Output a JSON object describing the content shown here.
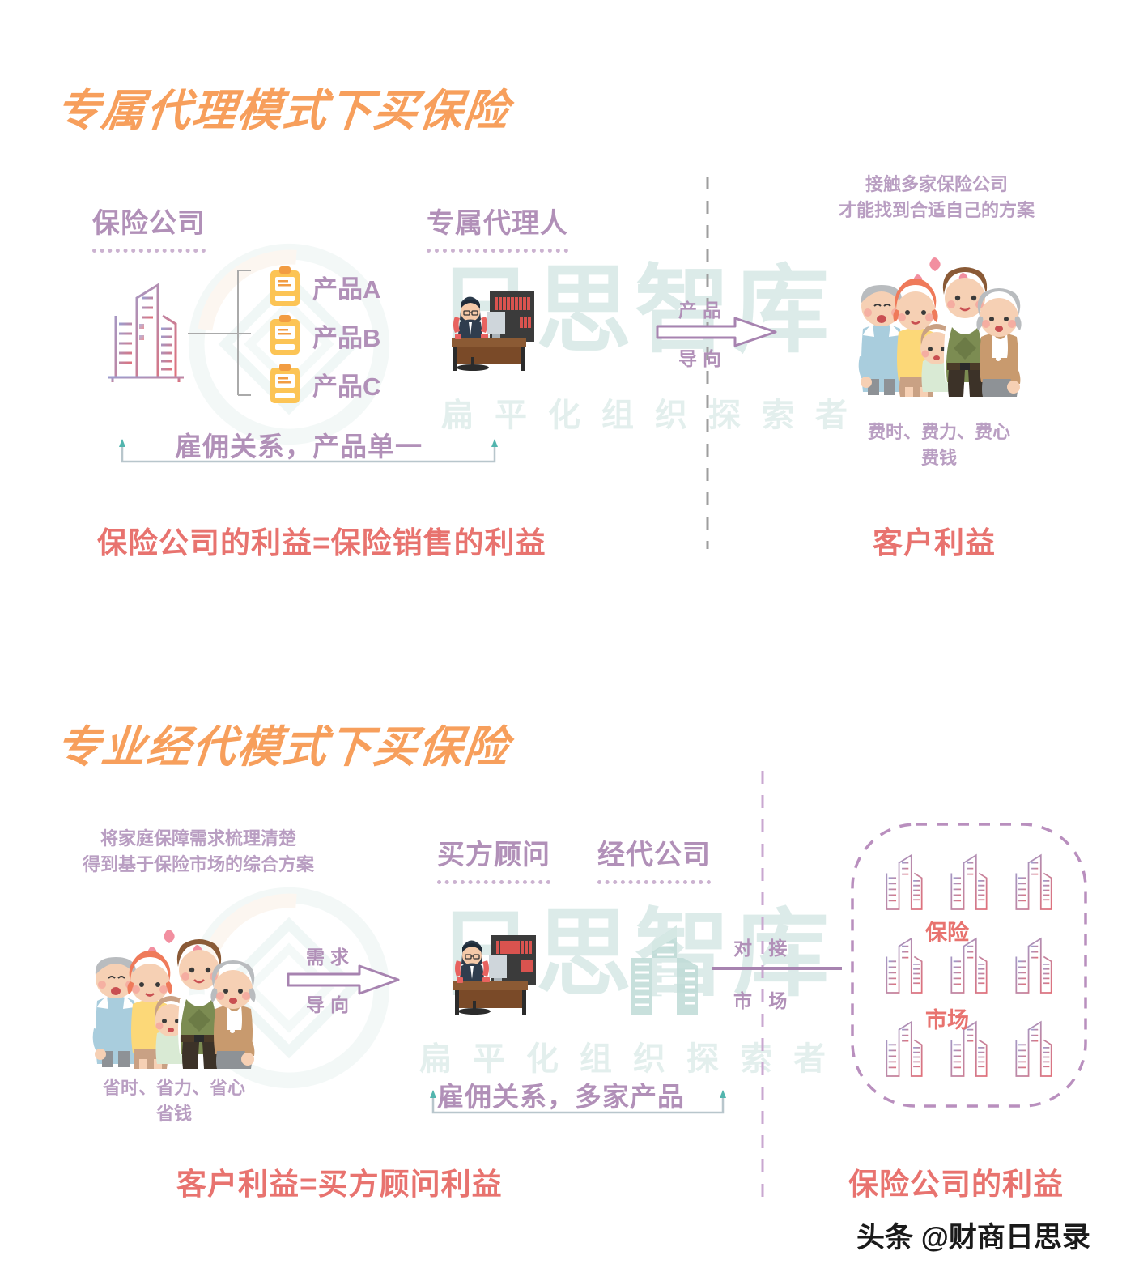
{
  "sections": [
    {
      "id": "exclusive-agency",
      "title": "专属代理模式下买保险",
      "nodes": {
        "insurer": "保险公司",
        "agent": "专属代理人"
      },
      "products": [
        "产品A",
        "产品B",
        "产品C"
      ],
      "arrow": {
        "top": "产品",
        "bottom": "导向"
      },
      "customer_note": "接触多家保险公司\n才能找到合适自己的方案",
      "customer_note_line1": "接触多家保险公司",
      "customer_note_line2": "才能找到合适自己的方案",
      "cost_note_line1": "费时、费力、费心",
      "cost_note_line2": "费钱",
      "bracket_caption": "雇佣关系，产品单一",
      "conclusion_left": "保险公司的利益=保险销售的利益",
      "conclusion_right": "客户利益"
    },
    {
      "id": "professional-brokerage",
      "title": "专业经代模式下买保险",
      "nodes": {
        "buyer_advisor": "买方顾问",
        "brokerage": "经代公司"
      },
      "demand_note_line1": "将家庭保障需求梳理清楚",
      "demand_note_line2": "得到基于保险市场的综合方案",
      "arrow": {
        "top": "需求",
        "bottom": "导向"
      },
      "arrow_right": {
        "top": "对 接",
        "bottom": "市 场"
      },
      "market_label_line1": "保险",
      "market_label_line2": "市场",
      "benefit_note_line1": "省时、省力、省心",
      "benefit_note_line2": "省钱",
      "bracket_caption": "雇佣关系，多家产品",
      "conclusion_left": "客户利益=买方顾问利益",
      "conclusion_right": "保险公司的利益"
    }
  ],
  "watermark": {
    "main": "日思智库",
    "sub": "扁平化组织探索者"
  },
  "byline": {
    "platform": "头条",
    "handle": "@财商日思录",
    "full": "头条 @财商日思录"
  },
  "colors": {
    "title_orange": "#f79f5c",
    "node_purple": "#b190b8",
    "desc_purple": "#b99ec2",
    "conclusion_red": "#e8736f",
    "watermark_teal": "#dcebe9",
    "building_gradient_start": "#9b9ed0",
    "building_gradient_end": "#e0707a",
    "clipboard_yellow": "#fcc455"
  }
}
